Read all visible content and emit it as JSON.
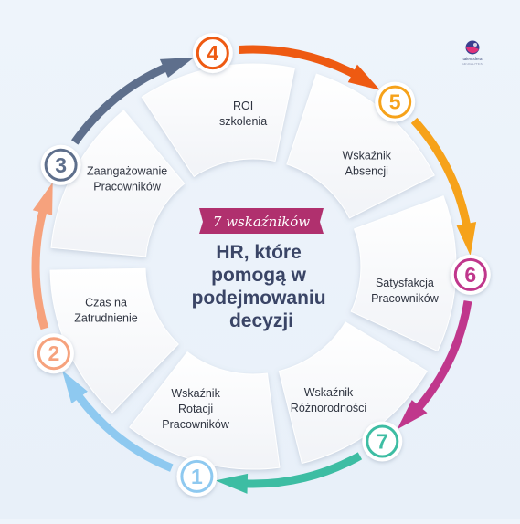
{
  "logo": {
    "name": "talentsfera",
    "tagline": "HR ANALYTICS",
    "icon": "talentsfera-logo-icon"
  },
  "center": {
    "banner": "7 wskaźników",
    "title_lines": [
      "HR, które",
      "pomogą w",
      "podejmowaniu",
      "decyzji"
    ]
  },
  "segments": [
    {
      "number": "1",
      "lines": [
        "Wskaźnik",
        "Rotacji",
        "Pracowników"
      ],
      "color": "#8ec9f0"
    },
    {
      "number": "2",
      "lines": [
        "Czas na",
        "Zatrudnienie"
      ],
      "color": "#f6a27d"
    },
    {
      "number": "3",
      "lines": [
        "Zaangażowanie",
        "Pracowników"
      ],
      "color": "#5e6f8c"
    },
    {
      "number": "4",
      "lines": [
        "ROI",
        "szkolenia"
      ],
      "color": "#ee5a12"
    },
    {
      "number": "5",
      "lines": [
        "Wskaźnik",
        "Absencji"
      ],
      "color": "#f6a21a"
    },
    {
      "number": "6",
      "lines": [
        "Satysfakcja",
        "Pracowników"
      ],
      "color": "#c0378c"
    },
    {
      "number": "7",
      "lines": [
        "Wskaźnik",
        "Różnorodności"
      ],
      "color": "#3dbda3"
    }
  ],
  "colors": {
    "banner": "#b0306e",
    "title": "#3a4566",
    "background": "#eaf1f9"
  }
}
